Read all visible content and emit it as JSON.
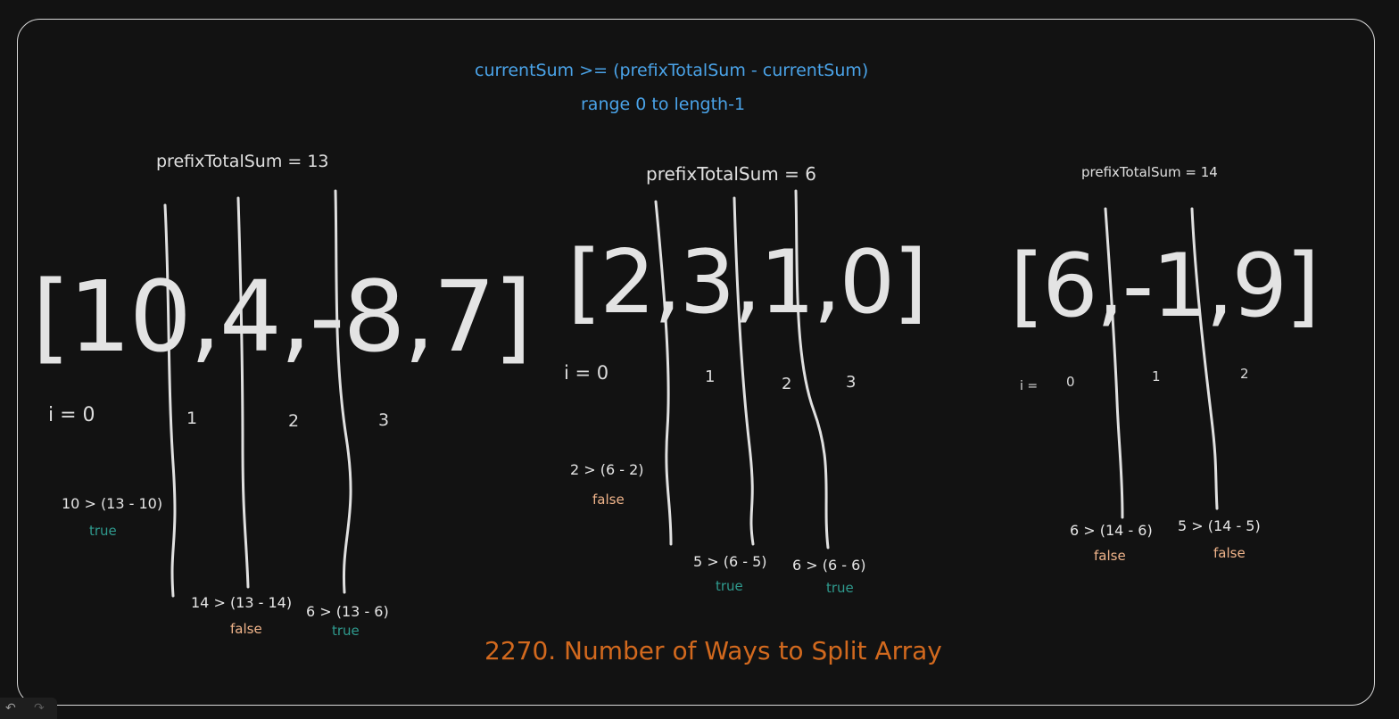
{
  "header": {
    "formula": "currentSum >= (prefixTotalSum - currentSum)",
    "range": "range 0 to length-1"
  },
  "examples": [
    {
      "prefix": "prefixTotalSum = 13",
      "array": "[10,4,-8,7]",
      "indices": [
        "i = 0",
        "1",
        "2",
        "3"
      ],
      "checks": [
        {
          "expr": "10 > (13 - 10)",
          "result": "true"
        },
        {
          "expr": "14 > (13 - 14)",
          "result": "false"
        },
        {
          "expr": "6 > (13 - 6)",
          "result": "true"
        }
      ]
    },
    {
      "prefix": "prefixTotalSum = 6",
      "array": "[2,3,1,0]",
      "indices": [
        "i = 0",
        "1",
        "2",
        "3"
      ],
      "checks": [
        {
          "expr": "2 > (6 - 2)",
          "result": "false"
        },
        {
          "expr": "5 > (6 - 5)",
          "result": "true"
        },
        {
          "expr": "6 > (6 - 6)",
          "result": "true"
        }
      ]
    },
    {
      "prefix": "prefixTotalSum = 14",
      "array": "[6,-1,9]",
      "indices": [
        "i =",
        "0",
        "1",
        "2"
      ],
      "checks": [
        {
          "expr": "6 > (14 - 6)",
          "result": "false"
        },
        {
          "expr": "5 > (14 - 5)",
          "result": "false"
        }
      ]
    }
  ],
  "title": "2270. Number of Ways to Split Array",
  "toolbar": {
    "undo_icon": "undo-icon",
    "redo_icon": "redo-icon"
  },
  "colors": {
    "background": "#121212",
    "formula": "#4aa3e8",
    "true": "#2f9a8e",
    "false": "#f0b48a",
    "title": "#d2691e",
    "stroke": "#e0e0e0"
  }
}
